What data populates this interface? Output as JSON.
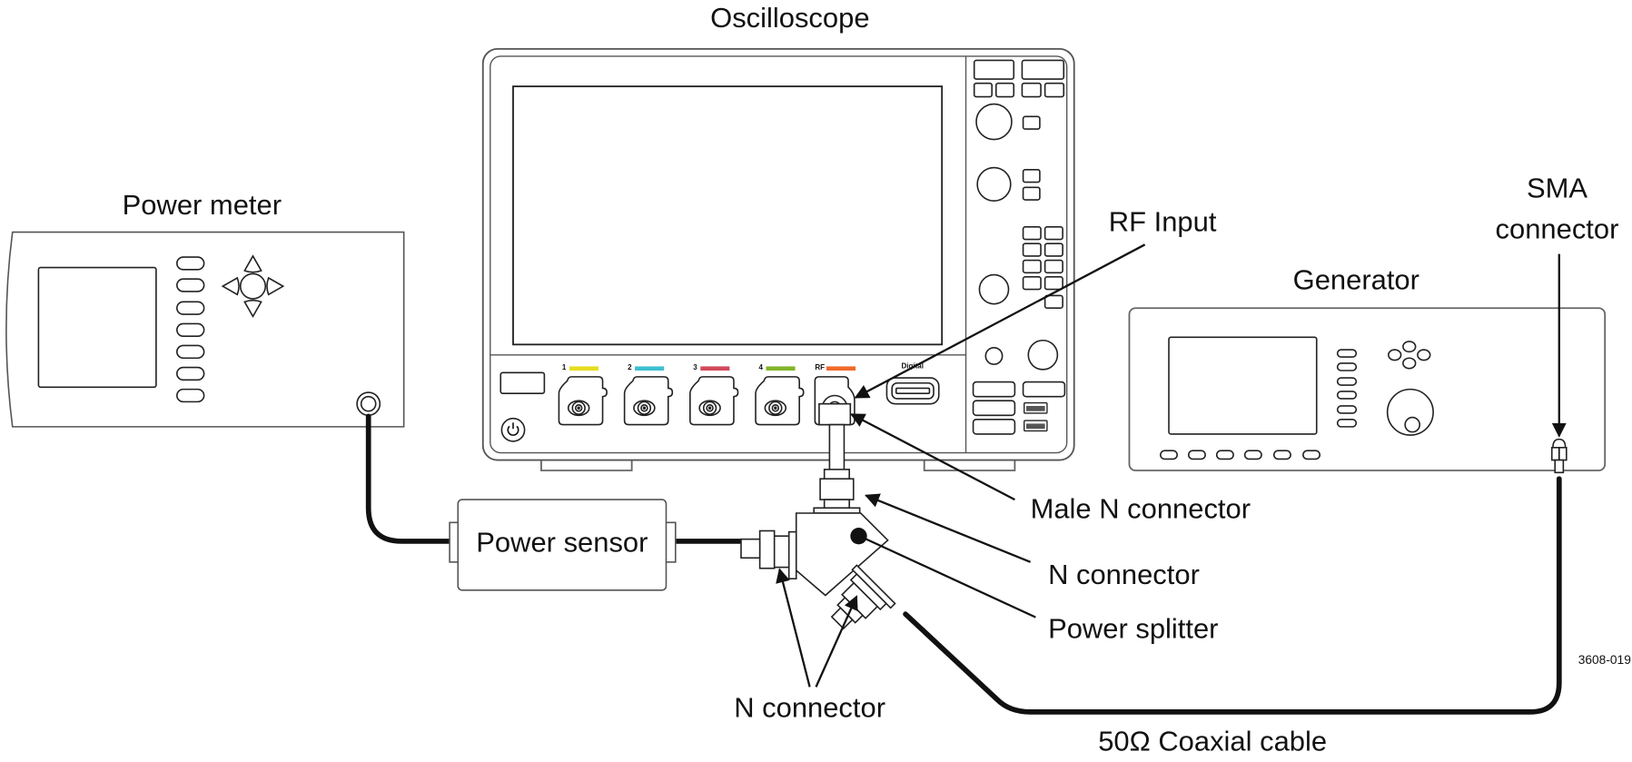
{
  "diagram": {
    "title": "RF power measurement test setup",
    "labels": {
      "oscilloscope": "Oscilloscope",
      "power_meter": "Power meter",
      "generator": "Generator",
      "rf_input": "RF Input",
      "sma_connector_line1": "SMA",
      "sma_connector_line2": "connector",
      "male_n_connector": "Male N connector",
      "n_connector_right": "N connector",
      "power_splitter": "Power splitter",
      "power_sensor": "Power sensor",
      "n_connector_bottom": "N connector",
      "coaxial_cable": "50Ω Coaxial cable",
      "figure_id": "3608-019"
    },
    "oscilloscope_panel": {
      "channels": [
        {
          "label": "1",
          "color": "#e6dc1e"
        },
        {
          "label": "2",
          "color": "#3cbfd0"
        },
        {
          "label": "3",
          "color": "#d24a5a"
        },
        {
          "label": "4",
          "color": "#82b428"
        },
        {
          "label": "RF",
          "color": "#f06a2a"
        }
      ],
      "digital_label": "Digital"
    },
    "connections": [
      {
        "from": "Generator SMA connector",
        "to": "Power splitter",
        "via": "50Ω Coaxial cable"
      },
      {
        "from": "Power splitter",
        "to": "Oscilloscope RF Input",
        "via": "Male N connector"
      },
      {
        "from": "Power splitter",
        "to": "Power sensor",
        "via": "N connector"
      },
      {
        "from": "Power sensor",
        "to": "Power meter",
        "via": "cable"
      }
    ]
  }
}
